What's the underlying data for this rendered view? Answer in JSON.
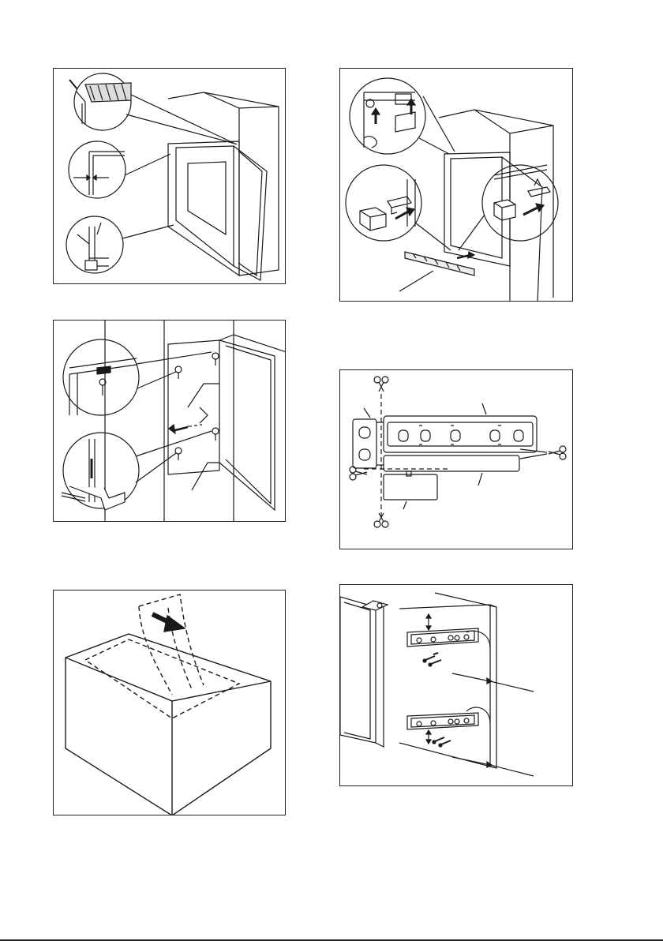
{
  "page": {
    "description_visible_text": ""
  },
  "figures": [
    {
      "id": "fig-1"
    },
    {
      "id": "fig-2"
    },
    {
      "id": "fig-3"
    },
    {
      "id": "fig-4"
    },
    {
      "id": "fig-5"
    },
    {
      "id": "fig-6"
    }
  ],
  "colors": {
    "line": "#1a1a1a",
    "fill_dark": "#1a1a1a",
    "fill_light": "#ffffff"
  }
}
